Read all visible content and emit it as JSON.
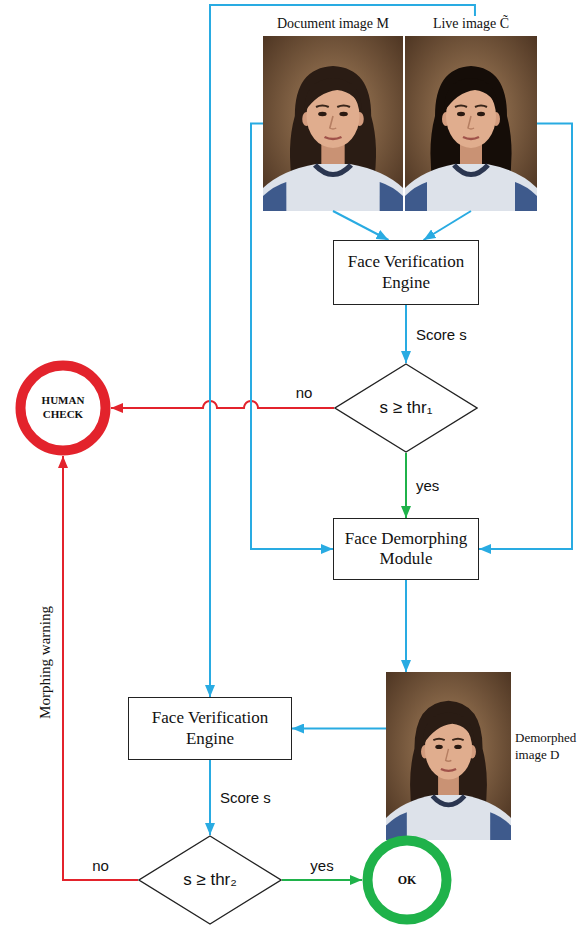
{
  "diagram": {
    "nodes": [
      {
        "text": [
          "Document image M"
        ]
      },
      {
        "text": [
          "Live image C̃"
        ]
      },
      {
        "text": [
          "Face Verification Engine"
        ]
      },
      {
        "text": [
          "s ≥ thr₁"
        ]
      },
      {
        "text": [
          "HUMAN CHECK"
        ]
      },
      {
        "text": [
          "Face Demorphing Module"
        ]
      },
      {
        "text": [
          "Demorphed image D"
        ]
      },
      {
        "text": [
          "Face Verification Engine"
        ]
      },
      {
        "text": [
          "s ≥ thr₂"
        ]
      },
      {
        "text": [
          "OK"
        ]
      }
    ],
    "edges": [
      {
        "from": 0,
        "to": 2,
        "arrow": "to"
      },
      {
        "from": 1,
        "to": 2,
        "arrow": "to"
      },
      {
        "from": 2,
        "to": 3,
        "label": "Score s",
        "arrow": "to"
      },
      {
        "from": 3,
        "to": 4,
        "label": "no",
        "arrow": "to"
      },
      {
        "from": 3,
        "to": 5,
        "label": "yes",
        "arrow": "to"
      },
      {
        "from": 0,
        "to": 5,
        "arrow": "to"
      },
      {
        "from": 1,
        "to": 5,
        "arrow": "to"
      },
      {
        "from": 1,
        "to": 7,
        "arrow": "to"
      },
      {
        "from": 5,
        "to": 6,
        "arrow": "to"
      },
      {
        "from": 6,
        "to": 7,
        "arrow": "to"
      },
      {
        "from": 7,
        "to": 8,
        "label": "Score s",
        "arrow": "to"
      },
      {
        "from": 8,
        "to": 9,
        "label": "yes",
        "arrow": "to"
      },
      {
        "from": 8,
        "to": 4,
        "label": "no",
        "arrow": "to"
      }
    ],
    "labels": [
      "Morphing warning"
    ]
  }
}
